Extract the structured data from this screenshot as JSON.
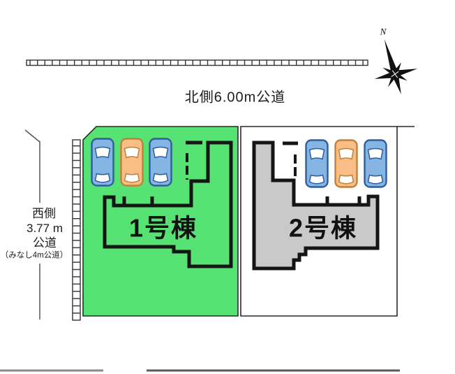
{
  "colors": {
    "lot1_fill": "#57E274",
    "lot2_fill": "#FFFFFF",
    "building2_fill": "#C9C9C9",
    "car_blue": "#84B5E3",
    "car_orange": "#F8BE86"
  },
  "north_road": {
    "label": "北側6.00m公道"
  },
  "west_road": {
    "side": "西側",
    "width": "3.77 m",
    "type": "公道",
    "note": "（みなし4m公道）"
  },
  "buildings": [
    {
      "label": "1号棟"
    },
    {
      "label": "2号棟"
    }
  ],
  "compass": {
    "label": "N"
  },
  "parking": {
    "lot1_cars": [
      "blue",
      "orange",
      "blue"
    ],
    "lot2_cars": [
      "blue",
      "orange",
      "blue"
    ]
  }
}
